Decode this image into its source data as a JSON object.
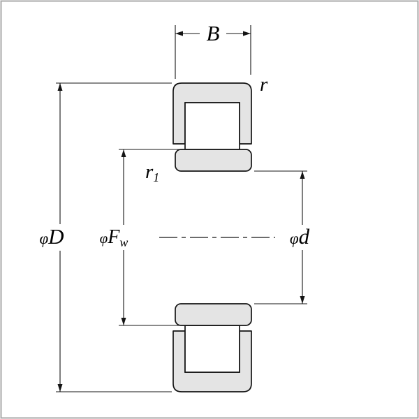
{
  "page": {
    "background": "#ffffff",
    "border_color": "#a9a9a9"
  },
  "diagram": {
    "type": "cylindrical-roller-bearing-cross-section",
    "colors": {
      "ring_fill": "#e4e4e4",
      "roller_fill": "#ffffff",
      "line": "#141414"
    },
    "labels": {
      "width": "B",
      "outer_chamfer": "r",
      "inner_chamfer_base": "r",
      "inner_chamfer_sub": "1",
      "phi": "φ",
      "outer_diameter": "D",
      "raceway_letter": "F",
      "raceway_sub": "w",
      "bore": "d"
    }
  }
}
